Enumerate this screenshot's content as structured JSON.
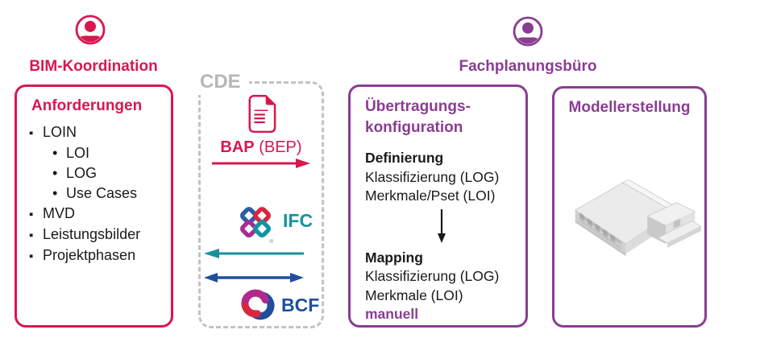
{
  "colors": {
    "crimson": "#D9174F",
    "purple": "#8A3D92",
    "teal": "#17929B",
    "blue": "#1F4E9E",
    "gray_label": "#b7b7b7",
    "text": "#1a1a1a"
  },
  "actors": {
    "bim": {
      "label": "BIM-Koordination"
    },
    "fach": {
      "label": "Fachplanungsbüro"
    }
  },
  "requirements": {
    "title": "Anforderungen",
    "items": [
      {
        "marker": "▪",
        "label": "LOIN",
        "level": 1
      },
      {
        "marker": "•",
        "label": "LOI",
        "level": 2
      },
      {
        "marker": "•",
        "label": "LOG",
        "level": 2
      },
      {
        "marker": "•",
        "label": "Use Cases",
        "level": 2
      },
      {
        "marker": "▪",
        "label": "MVD",
        "level": 1
      },
      {
        "marker": "▪",
        "label": "Leistungsbilder",
        "level": 1
      },
      {
        "marker": "▪",
        "label": "Projektphasen",
        "level": 1
      }
    ]
  },
  "cde": {
    "label": "CDE",
    "bap_bold": "BAP",
    "bap_rest": "(BEP)",
    "ifc_label": "IFC",
    "ifc_registered": "®",
    "bcf_label": "BCF"
  },
  "transfer": {
    "title_line1": "Übertragungs-",
    "title_line2": "konfiguration",
    "definition": {
      "heading": "Definierung",
      "line1": "Klassifizierung (LOG)",
      "line2": "Merkmale/Pset (LOI)"
    },
    "mapping": {
      "heading": "Mapping",
      "line1": "Klassifizierung (LOG)",
      "line2": "Merkmale (LOI)",
      "manual": "manuell"
    }
  },
  "model": {
    "title": "Modellerstellung"
  }
}
